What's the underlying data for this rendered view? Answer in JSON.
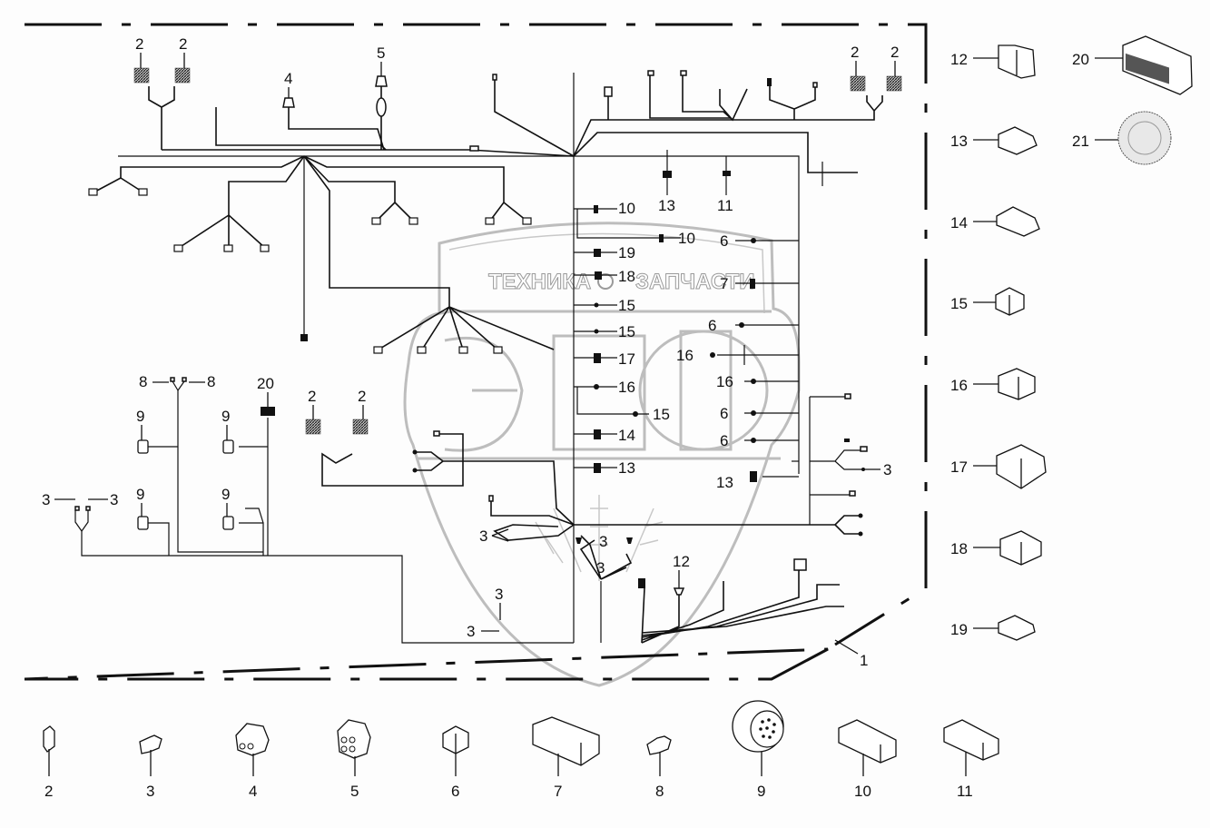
{
  "diagram": {
    "title": "Wiring harness parts diagram",
    "watermark": {
      "left_word": "ТЕХНИКА",
      "right_word": "ЗАПЧАСТИ",
      "logo_letters": "ЭФ"
    },
    "frame_callout": "1",
    "harness_callouts": {
      "top_left_2a": "2",
      "top_left_2b": "2",
      "top_4": "4",
      "top_5": "5",
      "top_right_2a": "2",
      "top_right_2b": "2",
      "c13_top": "13",
      "c11_top": "11",
      "c10_a": "10",
      "c10_b": "10",
      "c19": "19",
      "c18": "18",
      "c15_a": "15",
      "c15_b": "15",
      "c17": "17",
      "c16_a": "16",
      "c15_c": "15",
      "c14": "14",
      "c13_mid": "13",
      "c6_a": "6",
      "c7": "7",
      "c6_b": "6",
      "c16_b": "16",
      "c16_c": "16",
      "c6_c": "6",
      "c6_d": "6",
      "c13_right": "13",
      "c3_right": "3",
      "c8_a": "8",
      "c8_b": "8",
      "c20": "20",
      "c9_a": "9",
      "c9_b": "9",
      "c9_c": "9",
      "c9_d": "9",
      "c2_mid_a": "2",
      "c2_mid_b": "2",
      "c3_left_a": "3",
      "c3_left_b": "3",
      "c3_center_a": "3",
      "c3_center_b": "3",
      "c3_center_c": "3",
      "c3_low_a": "3",
      "c3_low_b": "3",
      "c12": "12"
    },
    "parts_right": [
      {
        "id": "12",
        "name": "connector-12"
      },
      {
        "id": "13",
        "name": "connector-13"
      },
      {
        "id": "14",
        "name": "connector-14"
      },
      {
        "id": "15",
        "name": "connector-15"
      },
      {
        "id": "16",
        "name": "connector-16"
      },
      {
        "id": "17",
        "name": "connector-17"
      },
      {
        "id": "18",
        "name": "connector-18"
      },
      {
        "id": "19",
        "name": "connector-19"
      },
      {
        "id": "20",
        "name": "connector-20"
      },
      {
        "id": "21",
        "name": "label-disc-21"
      }
    ],
    "parts_bottom": [
      {
        "id": "2",
        "name": "terminal-2"
      },
      {
        "id": "3",
        "name": "terminal-3"
      },
      {
        "id": "4",
        "name": "connector-4"
      },
      {
        "id": "5",
        "name": "connector-5"
      },
      {
        "id": "6",
        "name": "connector-6"
      },
      {
        "id": "7",
        "name": "connector-7"
      },
      {
        "id": "8",
        "name": "terminal-8"
      },
      {
        "id": "9",
        "name": "round-connector-9"
      },
      {
        "id": "10",
        "name": "connector-10"
      },
      {
        "id": "11",
        "name": "connector-11"
      }
    ]
  }
}
